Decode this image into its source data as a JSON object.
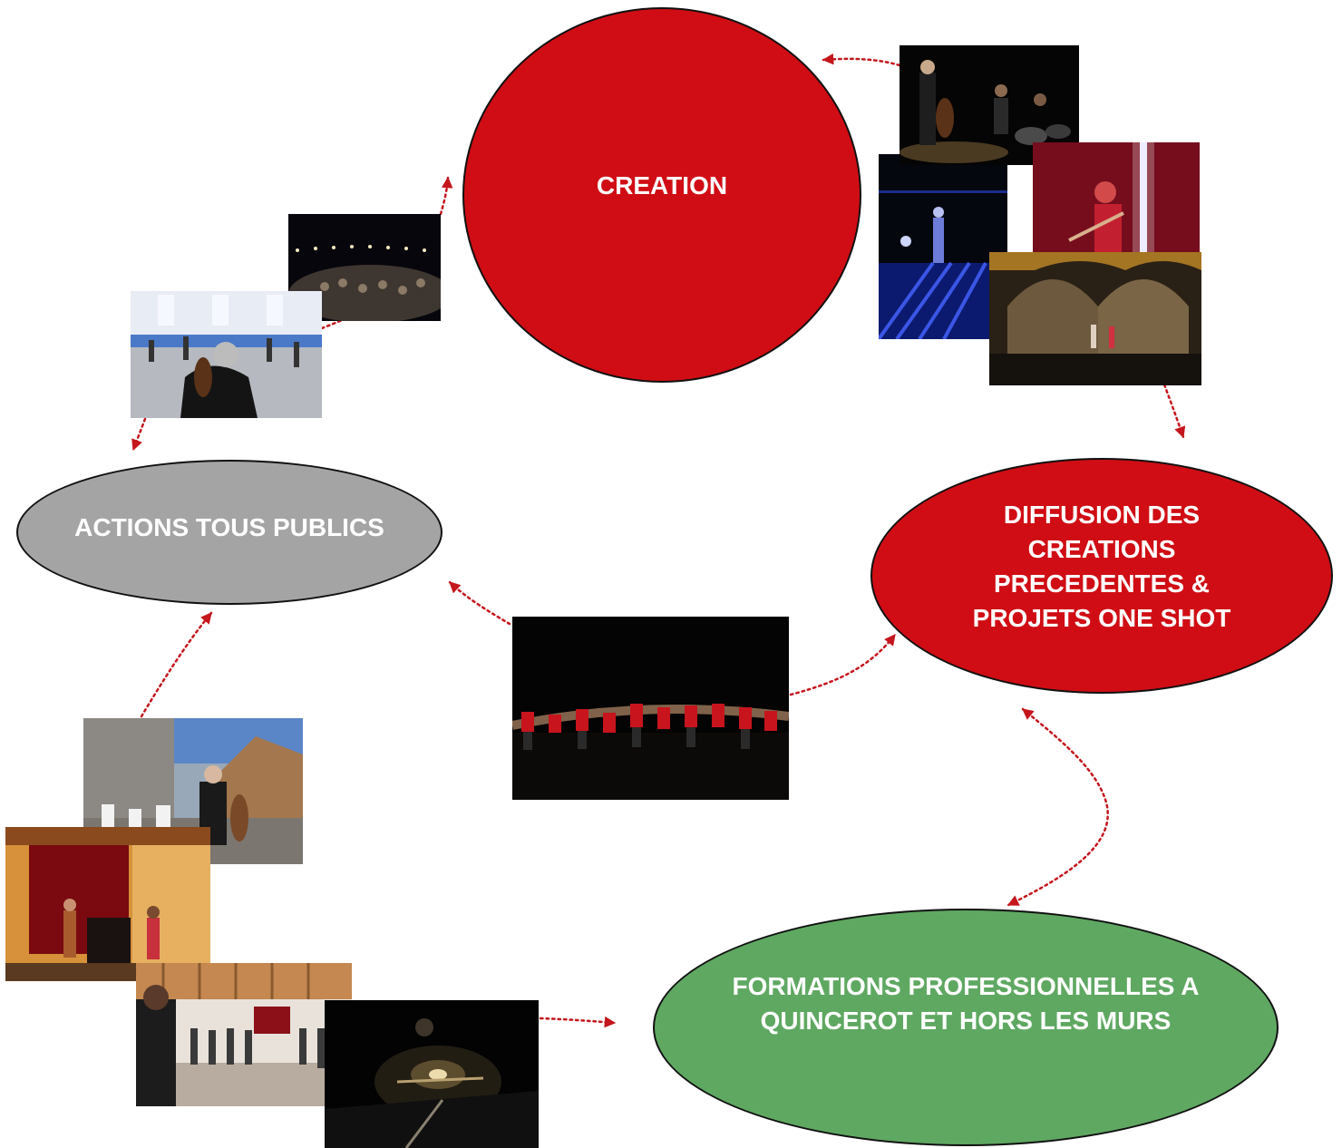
{
  "colors": {
    "red": "#d00d14",
    "grey": "#a4a4a4",
    "green": "#5fa862",
    "arrow": "#c4161c",
    "text": "#ffffff"
  },
  "nodes": {
    "creation": {
      "label": "CREATION"
    },
    "diffusion": {
      "label": "DIFFUSION DES CREATIONS PRECEDENTES & PROJETS ONE SHOT"
    },
    "actions": {
      "label": "ACTIONS TOUS PUBLICS"
    },
    "formations": {
      "label": "FORMATIONS PROFESSIONNELLES A QUINCEROT ET HORS LES MURS"
    }
  },
  "photos": [
    {
      "id": "concert-trio",
      "theme": "dark-stage"
    },
    {
      "id": "blue-stage",
      "theme": "blue-stage"
    },
    {
      "id": "flute-red",
      "theme": "red-light"
    },
    {
      "id": "vault-hall",
      "theme": "stone-hall"
    },
    {
      "id": "night-crowd",
      "theme": "night-crowd"
    },
    {
      "id": "dance-hall",
      "theme": "bright-hall"
    },
    {
      "id": "dance-line",
      "theme": "dark-dance"
    },
    {
      "id": "street-parade",
      "theme": "street"
    },
    {
      "id": "piano-room",
      "theme": "warm-room"
    },
    {
      "id": "workshop-room",
      "theme": "workshop"
    },
    {
      "id": "candle-dark",
      "theme": "candle"
    }
  ]
}
